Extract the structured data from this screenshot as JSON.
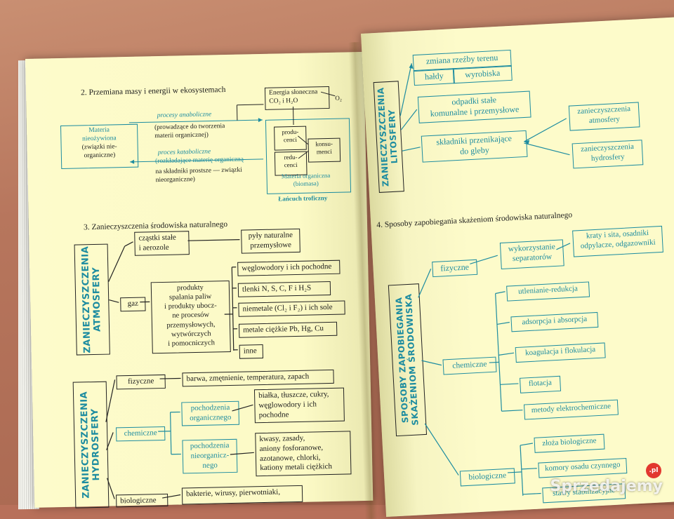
{
  "left_page": {
    "section2": {
      "heading": "2. Przemiana masy i energii w ekosystemach",
      "materia_niezywiona": [
        "Materia",
        "nieożywiona",
        "(związki nie-",
        "organiczne)"
      ],
      "energia": [
        "Energia słoneczna",
        "CO₂ i H₂O"
      ],
      "o2": "O₂",
      "procesy_anaboliczne": "procesy anaboliczne",
      "prowadzace": [
        "(prowadzące do tworzenia",
        "materii organicznej)"
      ],
      "proces_kataboliczne": "proces kataboliczne",
      "rozkladajace": "(rozkładające materię organiczną",
      "na_skladniki": [
        "na składniki prostsze — związki",
        "nieorganiczne)"
      ],
      "producenci": [
        "produ-",
        "cenci"
      ],
      "konsumenci": [
        "konsu-",
        "menci"
      ],
      "reducenci": [
        "redu-",
        "cenci"
      ],
      "materia_organiczna": [
        "Materia organiczna",
        "(biomasa)"
      ],
      "lancuch": "Łańcuch troficzny"
    },
    "section3": {
      "heading": "3. Zanieczyszczenia środowiska naturalnego",
      "atmosfery_title": [
        "ZANIECZYSZCZENIA",
        "ATMOSFERY"
      ],
      "czastki": [
        "cząstki stałe",
        "i aerozole"
      ],
      "pyly": [
        "pyły naturalne",
        "przemysłowe"
      ],
      "gaz": "gaz",
      "produkty": [
        "produkty",
        "spalania paliw",
        "i produkty ubocz-",
        "ne procesów",
        "przemysłowych,",
        "wytwórczych",
        "i pomocniczych"
      ],
      "weglowodory": "węglowodory i ich pochodne",
      "tlenki": "tlenki N, S, C, F i H₂S",
      "niemetale": "niemetale (Cl₂ i F₂) i ich sole",
      "metale": "metale ciężkie Pb, Hg, Cu",
      "inne": "inne",
      "hydrosfery_title": [
        "ZANIECZYSZCZENIA",
        "HYDROSFERY"
      ],
      "fizyczne": "fizyczne",
      "barwa": "barwa, zmętnienie, temperatura, zapach",
      "chemiczne": "chemiczne",
      "pochodzenia_org": [
        "pochodzenia",
        "organicznego"
      ],
      "bialka": [
        "białka, tłuszcze, cukry,",
        "węglowodory i ich",
        "pochodne"
      ],
      "pochodzenia_nieorg": [
        "pochodzenia",
        "nieorganicz-",
        "nego"
      ],
      "kwasy": [
        "kwasy, zasady,",
        "aniony fosforanowe,",
        "azotanowe, chlorki,",
        "kationy metali ciężkich"
      ],
      "biologiczne": "biologiczne",
      "bakterie": "bakterie, wirusy, pierwotniaki,"
    }
  },
  "right_page": {
    "litosfery_title": [
      "ZANIECZYSZCZENIA",
      "LITOSFERY"
    ],
    "zmiana": "zmiana rzeźby terenu",
    "haldy": "hałdy",
    "wyrobiska": "wyrobiska",
    "odpadki": [
      "odpadki stałe",
      "komunalne i przemysłowe"
    ],
    "skladniki": [
      "składniki przenikające",
      "do gleby"
    ],
    "zan_atmosfery": [
      "zanieczyszczenia",
      "atmosfery"
    ],
    "zan_hydrosfery": [
      "zanieczyszczenia",
      "hydrosfery"
    ],
    "section4_heading": "4. Sposoby zapobiegania skażeniom środowiska naturalnego",
    "sposoby_title": [
      "SPOSOBY ZAPOBIEGANIA",
      "SKAŻENIOM ŚRODOWISKA"
    ],
    "fizyczne": "fizyczne",
    "wykorzystanie": [
      "wykorzystanie",
      "separatorów"
    ],
    "kraty": [
      "kraty i sita, osadniki",
      "odpylacze, odgazowniki"
    ],
    "chemiczne": "chemiczne",
    "utlenianie": "utlenianie-redukcja",
    "adsorpcja": "adsorpcja i absorpcja",
    "koagulacja": "koagulacja i flokulacja",
    "flotacja": "flotacja",
    "metody": "metody elektrochemiczne",
    "biologiczne": "biologiczne",
    "zloza": "złoża biologiczne",
    "komory": "komory osadu czynnego",
    "stawy": "stawy stabilizacyjne"
  },
  "watermark": {
    "text": "Sprzedajemy",
    "badge": ".pl"
  }
}
